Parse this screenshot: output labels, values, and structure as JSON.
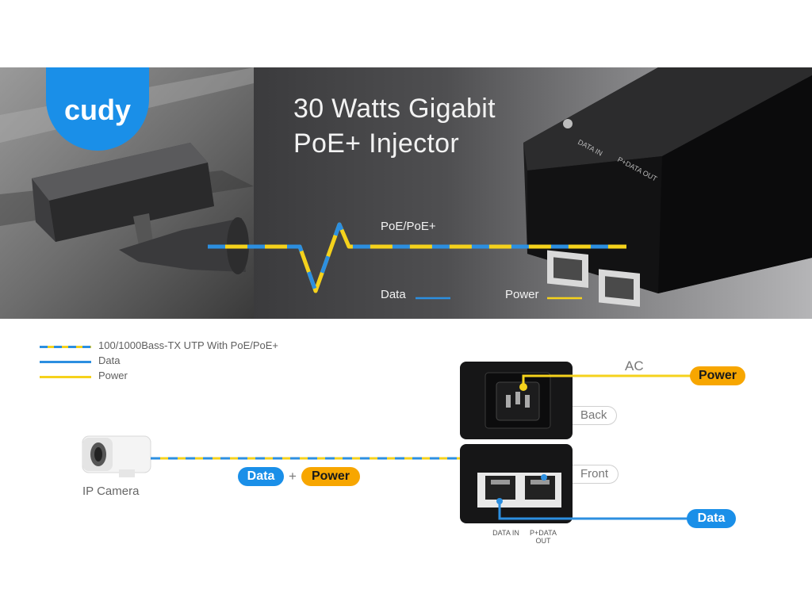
{
  "brand": {
    "logo_text": "cudy"
  },
  "banner": {
    "title_line1": "30 Watts Gigabit",
    "title_line2": "PoE+ Injector",
    "cable_label": "PoE/PoE+",
    "data_label": "Data",
    "power_label": "Power",
    "port_in_label": "DATA IN",
    "port_out_label": "P+DATA OUT"
  },
  "legend": {
    "items": [
      {
        "label": "100/1000Bass-TX UTP With PoE/PoE+",
        "style": "dashed-blue-yellow"
      },
      {
        "label": "Data",
        "style": "blue"
      },
      {
        "label": "Power",
        "style": "yellow"
      }
    ]
  },
  "diagram": {
    "camera_label": "IP Camera",
    "cable_pill_data": "Data",
    "cable_pill_plus": "+",
    "cable_pill_power": "Power",
    "ac_label": "AC",
    "power_pill": "Power",
    "back_tag": "Back",
    "front_tag": "Front",
    "data_pill": "Data",
    "port_in_caption": "DATA IN",
    "port_out_caption": "P+DATA OUT"
  },
  "colors": {
    "accent_blue": "#1a8fe8",
    "accent_orange": "#f7a600",
    "power_yellow": "#f5d21c",
    "data_blue": "#2c8fe0"
  },
  "icons": [
    "security-camera-icon",
    "ip-camera-icon",
    "poe-injector-icon",
    "rj45-port-icon",
    "ac-socket-icon"
  ]
}
